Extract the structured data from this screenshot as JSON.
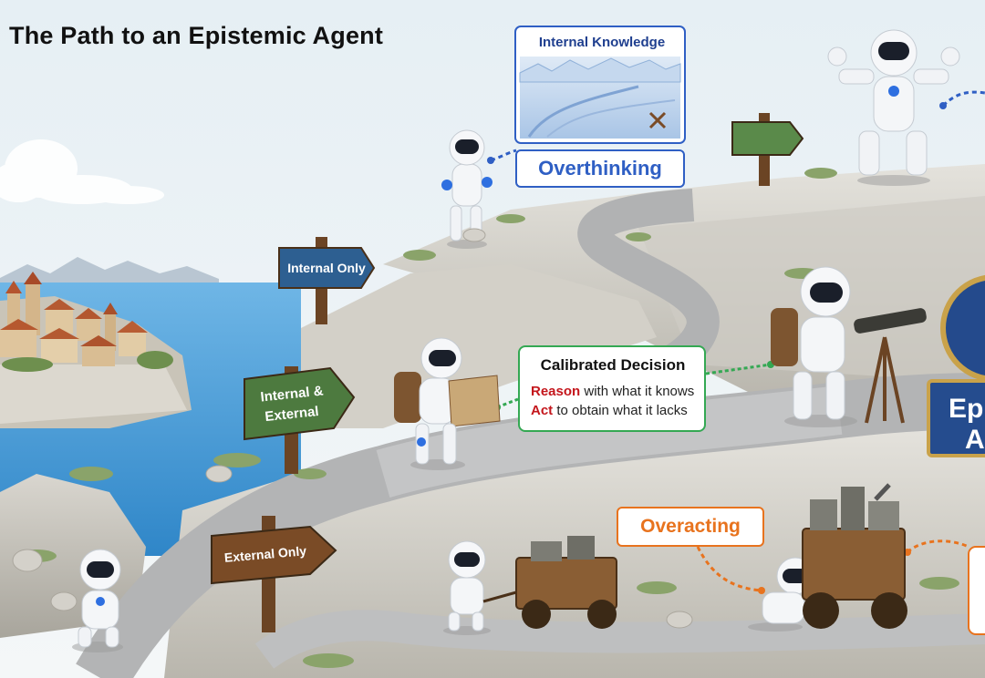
{
  "title": "The Path to an Epistemic Agent",
  "signs": {
    "internal_only": "Internal Only",
    "internal_external_1": "Internal &",
    "internal_external_2": "External",
    "external_only": "External Only"
  },
  "internal_knowledge": {
    "title": "Internal Knowledge"
  },
  "overthinking": {
    "label": "Overthinking"
  },
  "calibrated": {
    "title": "Calibrated Decision",
    "reason_word": "Reason",
    "reason_rest": " with what it knows",
    "act_word": "Act",
    "act_rest": " to obtain what it lacks"
  },
  "overacting": {
    "label": "Overacting"
  },
  "epistemic_badge": {
    "line1": "Epi",
    "line2": "A"
  },
  "colors": {
    "overthinking_blue": "#2f5fc4",
    "calibrated_green": "#34a853",
    "overacting_orange": "#e8731e",
    "emphasis_red": "#c4161c",
    "sign_blue": "#2d5f91",
    "sign_green": "#4d7a3f",
    "sign_brown": "#7a4b26"
  }
}
